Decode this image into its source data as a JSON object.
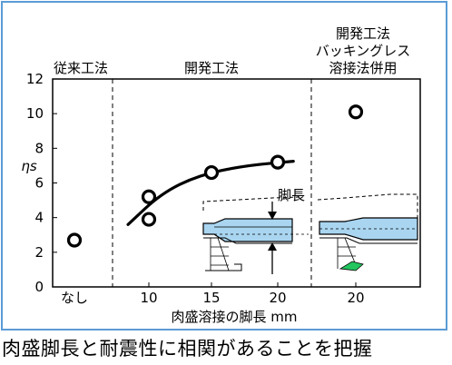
{
  "caption": "肉盛脚長と耐震性に相関があることを把握",
  "chart_data": {
    "type": "scatter",
    "xlabel": "肉盛溶接の脚長 mm",
    "ylabel": "ηs",
    "ylim": [
      0,
      12
    ],
    "yticks": [
      0,
      2,
      4,
      6,
      8,
      10,
      12
    ],
    "x_tick_labels": [
      "なし",
      "10",
      "15",
      "20",
      "20"
    ],
    "groups": [
      {
        "label": [
          "従来工法"
        ],
        "tick_index": [
          0
        ]
      },
      {
        "label": [
          "開発工法"
        ],
        "tick_index": [
          1,
          2,
          3
        ]
      },
      {
        "label": [
          "開発工法",
          "バッキングレス",
          "溶接法併用"
        ],
        "tick_index": [
          4
        ]
      }
    ],
    "points": [
      {
        "tick_index": 0,
        "y": 2.7
      },
      {
        "tick_index": 1,
        "y": 5.2
      },
      {
        "tick_index": 1,
        "y": 3.9
      },
      {
        "tick_index": 2,
        "y": 6.6
      },
      {
        "tick_index": 3,
        "y": 7.2
      },
      {
        "tick_index": 4,
        "y": 10.1
      }
    ],
    "trend": [
      {
        "tick_index": 0.72,
        "y": 3.6
      },
      {
        "tick_index": 1.2,
        "y": 5.4
      },
      {
        "tick_index": 1.8,
        "y": 6.45
      },
      {
        "tick_index": 2.5,
        "y": 7.0
      },
      {
        "tick_index": 3.2,
        "y": 7.25
      }
    ],
    "annotation": "脚長",
    "grid": false,
    "colors": {
      "frame": "#5b9bd5",
      "weld_blue": "#a9d5f0",
      "weld_green": "#22c55e"
    }
  }
}
